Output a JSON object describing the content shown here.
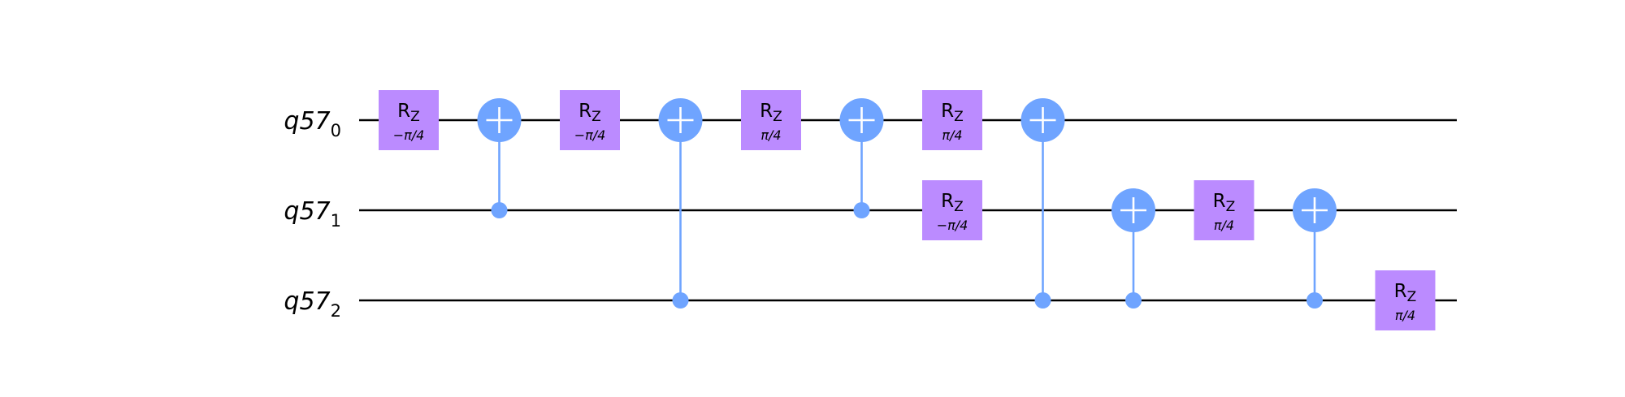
{
  "colors": {
    "wire": "#000000",
    "cnot": "#6fa4ff",
    "rz_gate": "#bb8bff",
    "background": "#ffffff"
  },
  "qubits": [
    {
      "register": "q57",
      "index": "0"
    },
    {
      "register": "q57",
      "index": "1"
    },
    {
      "register": "q57",
      "index": "2"
    }
  ],
  "gate_name": {
    "main": "R",
    "sub": "Z"
  },
  "operations": [
    {
      "kind": "rz",
      "qubit": 0,
      "param": "−π/4",
      "col": 0
    },
    {
      "kind": "cx",
      "control": 1,
      "target": 0,
      "col": 1
    },
    {
      "kind": "rz",
      "qubit": 0,
      "param": "−π/4",
      "col": 2
    },
    {
      "kind": "cx",
      "control": 2,
      "target": 0,
      "col": 3
    },
    {
      "kind": "rz",
      "qubit": 0,
      "param": "π/4",
      "col": 4
    },
    {
      "kind": "cx",
      "control": 1,
      "target": 0,
      "col": 5
    },
    {
      "kind": "rz",
      "qubit": 0,
      "param": "π/4",
      "col": 6
    },
    {
      "kind": "rz",
      "qubit": 1,
      "param": "−π/4",
      "col": 6
    },
    {
      "kind": "cx",
      "control": 2,
      "target": 0,
      "col": 7
    },
    {
      "kind": "cx",
      "control": 2,
      "target": 1,
      "col": 8
    },
    {
      "kind": "rz",
      "qubit": 1,
      "param": "π/4",
      "col": 9
    },
    {
      "kind": "cx",
      "control": 2,
      "target": 1,
      "col": 10
    },
    {
      "kind": "rz",
      "qubit": 2,
      "param": "π/4",
      "col": 11
    }
  ]
}
